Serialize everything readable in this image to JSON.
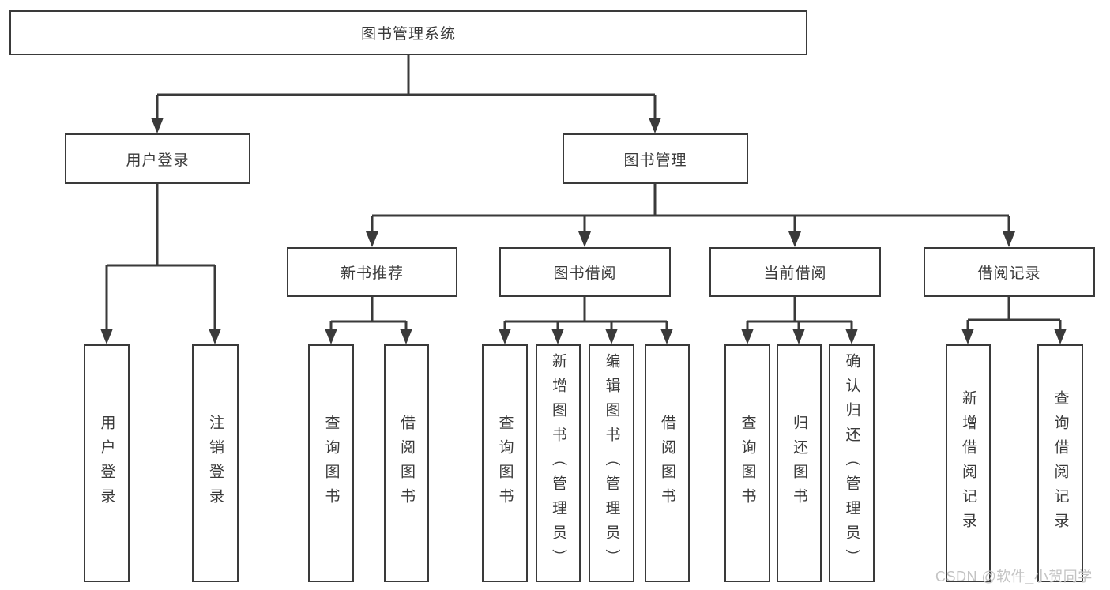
{
  "diagram": {
    "root": {
      "label": "图书管理系统"
    },
    "level2": {
      "user_login": {
        "label": "用户登录"
      },
      "book_management": {
        "label": "图书管理"
      }
    },
    "level3": {
      "new_book_recommend": {
        "label": "新书推荐"
      },
      "book_borrowing": {
        "label": "图书借阅"
      },
      "current_borrowing": {
        "label": "当前借阅"
      },
      "borrowing_records": {
        "label": "借阅记录"
      }
    },
    "leaves": {
      "login_user_login": {
        "label": "用户登录"
      },
      "login_logout": {
        "label": "注销登录"
      },
      "recommend_query_books": {
        "label": "查询图书"
      },
      "recommend_borrow_books": {
        "label": "借阅图书"
      },
      "borrowing_query_books": {
        "label": "查询图书"
      },
      "borrowing_add_books_admin": {
        "label": "新增图书（管理员）"
      },
      "borrowing_edit_books_admin": {
        "label": "编辑图书（管理员）"
      },
      "borrowing_borrow_books": {
        "label": "借阅图书"
      },
      "current_query_books": {
        "label": "查询图书"
      },
      "current_return_books": {
        "label": "归还图书"
      },
      "current_confirm_return_admin": {
        "label": "确认归还（管理员）"
      },
      "records_add_record": {
        "label": "新增借阅记录"
      },
      "records_query_record": {
        "label": "查询借阅记录"
      }
    }
  },
  "watermark": {
    "text": "CSDN @软件_小贺同学"
  },
  "colors": {
    "line": "#3a3a3a",
    "text": "#3a3a3a",
    "box_background": "#ffffff",
    "watermark": "#c3c3c3",
    "background": "#ffffff"
  }
}
